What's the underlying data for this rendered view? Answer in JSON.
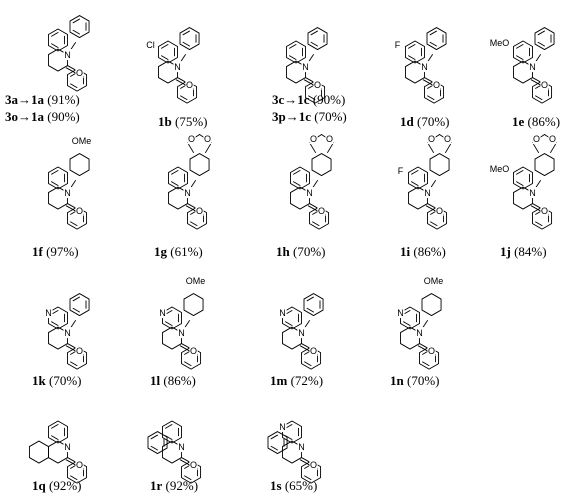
{
  "compounds": [
    {
      "id": "1a",
      "lines": [
        {
          "a": "3a",
          "b": "1a",
          "y": "(91%)"
        },
        {
          "a": "3o",
          "b": "1a",
          "y": "(90%)"
        }
      ],
      "atoms": [
        "N",
        "O"
      ]
    },
    {
      "id": "1b",
      "lines": [
        {
          "b": "1b",
          "y": "(75%)"
        }
      ],
      "atoms": [
        "Cl",
        "N",
        "O"
      ]
    },
    {
      "id": "1c",
      "lines": [
        {
          "a": "3c",
          "b": "1c",
          "y": "(90%)"
        },
        {
          "a": "3p",
          "b": "1c",
          "y": "(70%)"
        }
      ],
      "atoms": [
        "N",
        "O"
      ]
    },
    {
      "id": "1d",
      "lines": [
        {
          "b": "1d",
          "y": "(70%)"
        }
      ],
      "atoms": [
        "F",
        "N",
        "O"
      ]
    },
    {
      "id": "1e",
      "lines": [
        {
          "b": "1e",
          "y": "(86%)"
        }
      ],
      "atoms": [
        "MeO",
        "N",
        "O"
      ]
    },
    {
      "id": "1f",
      "lines": [
        {
          "b": "1f",
          "y": "(97%)"
        }
      ],
      "atoms": [
        "OMe",
        "N",
        "O"
      ]
    },
    {
      "id": "1g",
      "lines": [
        {
          "b": "1g",
          "y": "(61%)"
        }
      ],
      "atoms": [
        "O",
        "O",
        "N",
        "O"
      ]
    },
    {
      "id": "1h",
      "lines": [
        {
          "b": "1h",
          "y": "(70%)"
        }
      ],
      "atoms": [
        "O",
        "O",
        "N",
        "O"
      ]
    },
    {
      "id": "1i",
      "lines": [
        {
          "b": "1i",
          "y": "(86%)"
        }
      ],
      "atoms": [
        "F",
        "O",
        "O",
        "N",
        "O"
      ]
    },
    {
      "id": "1j",
      "lines": [
        {
          "b": "1j",
          "y": "(84%)"
        }
      ],
      "atoms": [
        "MeO",
        "O",
        "O",
        "N",
        "O"
      ]
    },
    {
      "id": "1k",
      "lines": [
        {
          "b": "1k",
          "y": "(70%)"
        }
      ],
      "atoms": [
        "N",
        "N",
        "O"
      ]
    },
    {
      "id": "1l",
      "lines": [
        {
          "b": "1l",
          "y": "(86%)"
        }
      ],
      "atoms": [
        "OMe",
        "N",
        "N",
        "O"
      ]
    },
    {
      "id": "1m",
      "lines": [
        {
          "b": "1m",
          "y": "(72%)"
        }
      ],
      "atoms": [
        "N",
        "N",
        "O"
      ]
    },
    {
      "id": "1n",
      "lines": [
        {
          "b": "1n",
          "y": "(70%)"
        }
      ],
      "atoms": [
        "OMe",
        "N",
        "N",
        "O"
      ]
    },
    {
      "id": "1q",
      "lines": [
        {
          "b": "1q",
          "y": "(92%)"
        }
      ],
      "atoms": [
        "N",
        "O"
      ]
    },
    {
      "id": "1r",
      "lines": [
        {
          "b": "1r",
          "y": "(92%)"
        }
      ],
      "atoms": [
        "N",
        "O"
      ]
    },
    {
      "id": "1s",
      "lines": [
        {
          "b": "1s",
          "y": "(65%)"
        }
      ],
      "atoms": [
        "N",
        "N",
        "O"
      ]
    }
  ],
  "arrow": "→"
}
